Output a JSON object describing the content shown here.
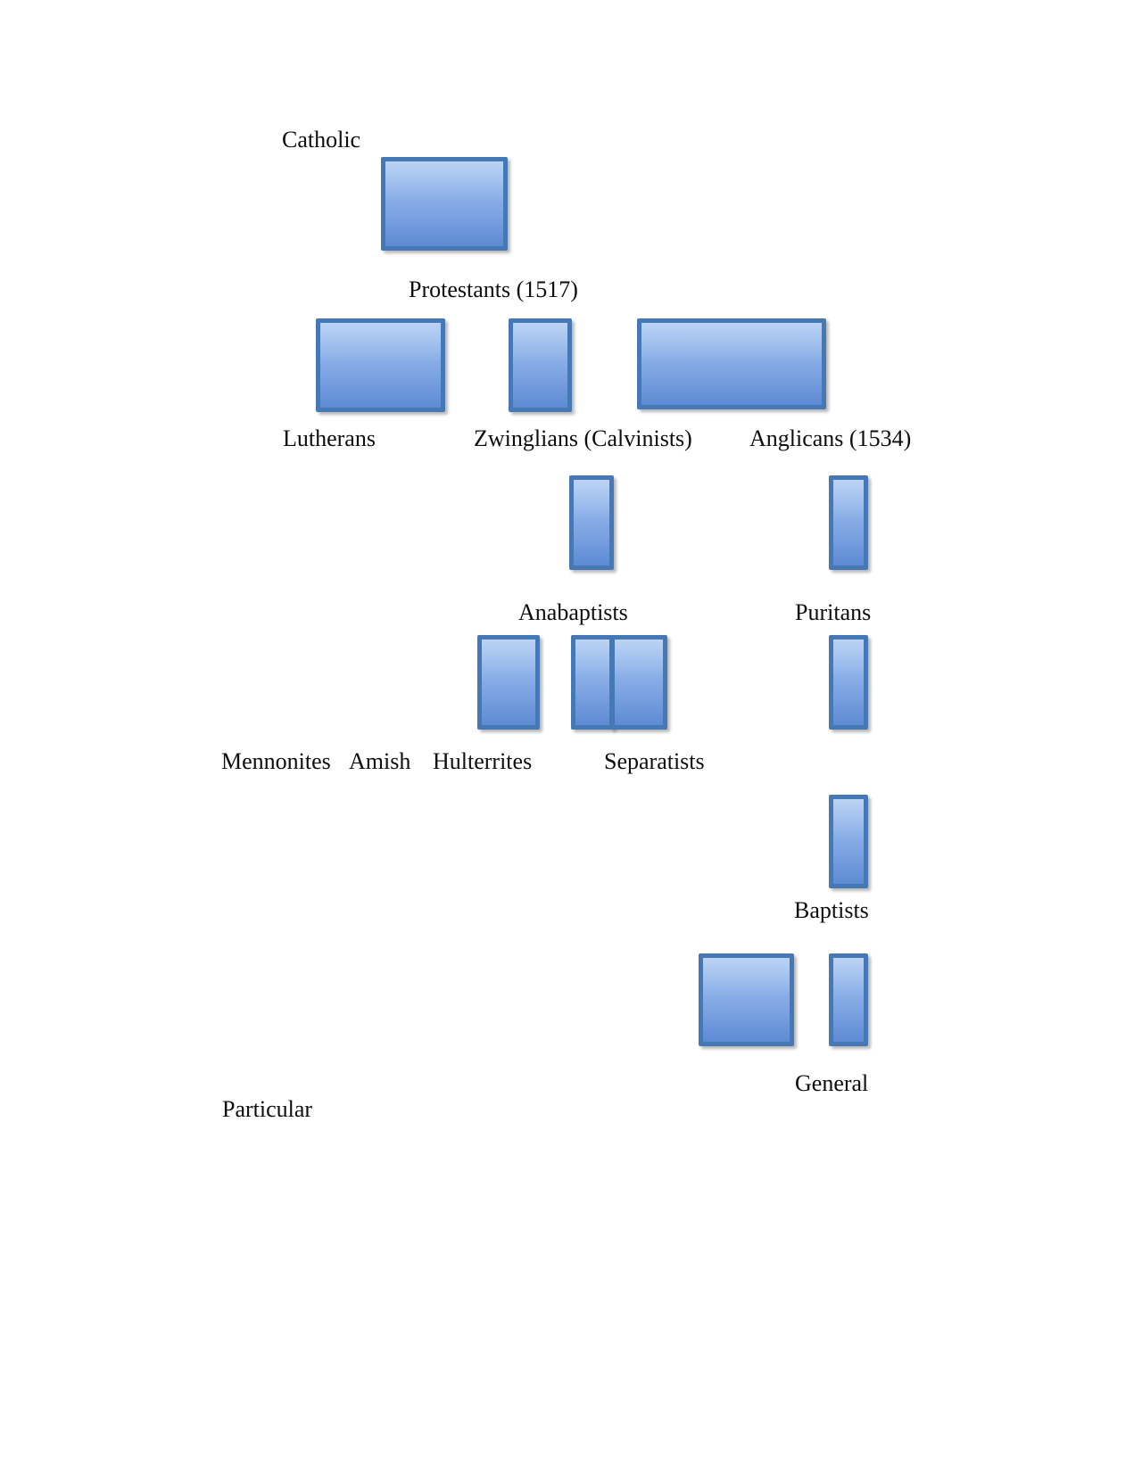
{
  "document": {
    "kind": "hierarchy-diagram",
    "title_text": "Catholic",
    "background_color": "#FFFFFF",
    "box_fill_top_color": "#A8C6F0",
    "box_fill_bottom_color": "#5E8BD4",
    "box_border_color": "#4579B6",
    "text_color": "#0D0D0D"
  },
  "labels": [
    {
      "id": "catholic",
      "text": "Catholic"
    },
    {
      "id": "protestants",
      "text": "Protestants (1517)"
    },
    {
      "id": "lutherans",
      "text": "Lutherans"
    },
    {
      "id": "zwinglians",
      "text": "Zwinglians (Calvinists)"
    },
    {
      "id": "anglicans",
      "text": "Anglicans (1534)"
    },
    {
      "id": "anabaptists",
      "text": "Anabaptists"
    },
    {
      "id": "puritans",
      "text": "Puritans"
    },
    {
      "id": "mennonites",
      "text": "Mennonites"
    },
    {
      "id": "amish",
      "text": "Amish"
    },
    {
      "id": "hulterrites",
      "text": "Hulterrites"
    },
    {
      "id": "separatists",
      "text": "Separatists"
    },
    {
      "id": "baptists",
      "text": "Baptists"
    },
    {
      "id": "general",
      "text": "General"
    },
    {
      "id": "particular",
      "text": "Particular"
    }
  ],
  "boxes": [
    {
      "id": "box-catholic",
      "row": 1
    },
    {
      "id": "box-lutherans",
      "row": 2
    },
    {
      "id": "box-zwinglians",
      "row": 2
    },
    {
      "id": "box-anglicans",
      "row": 2
    },
    {
      "id": "box-anabaptists",
      "row": 3
    },
    {
      "id": "box-puritans",
      "row": 3
    },
    {
      "id": "box-hulterrites",
      "row": 4
    },
    {
      "id": "box-separatists-a",
      "row": 4
    },
    {
      "id": "box-separatists-b",
      "row": 4
    },
    {
      "id": "box-baptists",
      "row": 4
    },
    {
      "id": "box-baptists-2",
      "row": 5
    },
    {
      "id": "box-particular",
      "row": 6
    },
    {
      "id": "box-general",
      "row": 6
    }
  ]
}
